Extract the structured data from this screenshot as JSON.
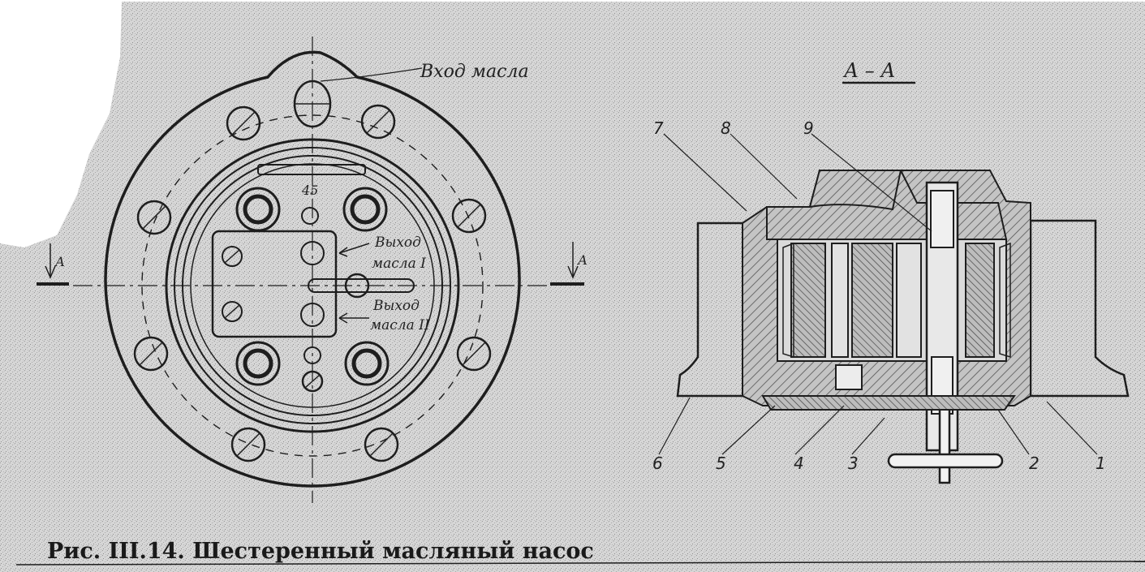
{
  "figure": {
    "front_view": {
      "oil_inlet_label": "Вход масла",
      "outlet1_label_line1": "Выход",
      "outlet1_label_line2": "масла I",
      "outlet2_label_line1": "Выход",
      "outlet2_label_line2": "масла II",
      "section_mark": "А"
    },
    "section_view": {
      "title": "А – А",
      "part_numbers_top": [
        "7",
        "8",
        "9"
      ],
      "part_numbers_bottom": [
        "6",
        "5",
        "4",
        "3",
        "2",
        "1"
      ]
    },
    "caption": "Рис. III.14. Шестеренный масляный насос"
  }
}
